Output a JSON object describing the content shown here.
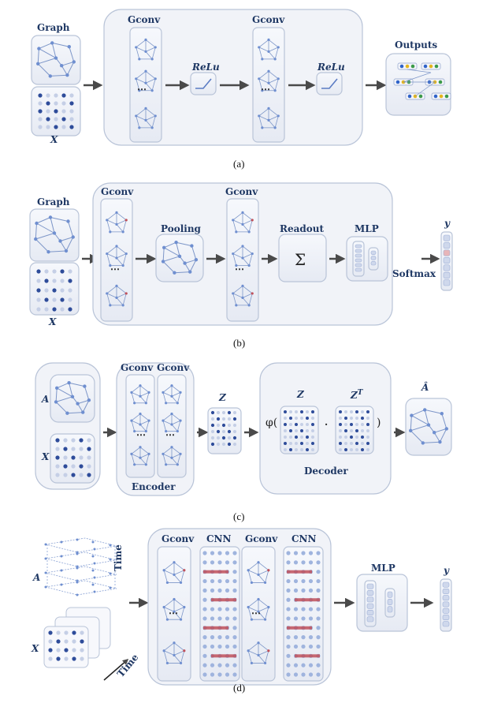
{
  "panel_a": {
    "graph_label": "Graph",
    "x_label": "X",
    "gconv1_label": "Gconv",
    "gconv2_label": "Gconv",
    "relu1_label": "ReLu",
    "relu2_label": "ReLu",
    "ellipsis": "⋯",
    "outputs_label": "Outputs",
    "caption": "(a)"
  },
  "panel_b": {
    "graph_label": "Graph",
    "x_label": "X",
    "gconv1_label": "Gconv",
    "pooling_label": "Pooling",
    "gconv2_label": "Gconv",
    "readout_label": "Readout",
    "sum_symbol": "Σ",
    "mlp_label": "MLP",
    "softmax_label": "Softmax",
    "y_label": "y",
    "ellipsis": "⋯",
    "caption": "(b)"
  },
  "panel_c": {
    "a_label": "A",
    "x_label": "X",
    "gconv1_label": "Gconv",
    "gconv2_label": "Gconv",
    "encoder_label": "Encoder",
    "z_label": "Z",
    "phi_open": "φ(",
    "dec_z_label": "Z",
    "zt_label": "Z",
    "zt_sup": "T",
    "dot": "·",
    "close_paren": ")",
    "decoder_label": "Decoder",
    "ahat_label": "Â",
    "ellipsis": "⋯",
    "caption": "(c)"
  },
  "panel_d": {
    "a_label": "A",
    "x_label": "X",
    "time1_label": "Time",
    "time2_label": "Time",
    "gconv1_label": "Gconv",
    "cnn1_label": "CNN",
    "gconv2_label": "Gconv",
    "cnn2_label": "CNN",
    "mlp_label": "MLP",
    "y_label": "y",
    "ellipsis": "⋯",
    "caption": "(d)"
  },
  "colors": {
    "box_fill": "#eef1f7",
    "box_stroke": "#b9c4d8",
    "node": "#6f8fd0",
    "edge": "#7d96c8",
    "arrow": "#4a4a4a",
    "label": "#1f3864",
    "highlight": "#c0505a"
  }
}
